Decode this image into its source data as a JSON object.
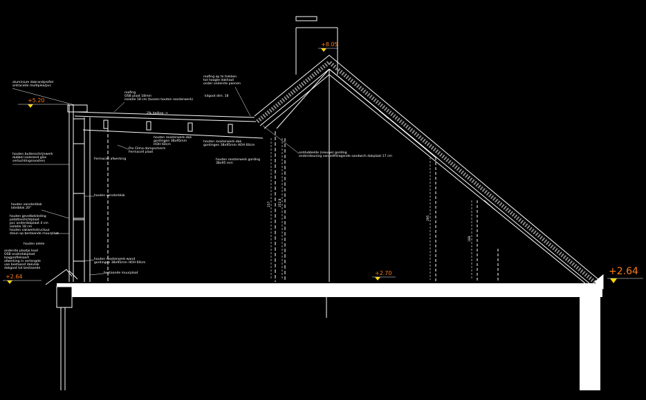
{
  "levels": {
    "ridge": "+8.05",
    "eave_left": "+5.20",
    "floor": "+2.70",
    "ground_right": "+2.64",
    "ground_left": "+2.64"
  },
  "notes": {
    "aluminium_profile": [
      "aluminium dakrandprofiel",
      "antraciete multiplex/pvc"
    ],
    "roofing_flat": [
      "roofing",
      "OSB plaat 18mm",
      "isolatie 18 cm (tussen houten roosterwerk)"
    ],
    "roofing_ridge": [
      "roofing op te trekken",
      "tot hoogte dakhout",
      "onder onderste pannen"
    ],
    "gutter_dim": "kilgoot dim. 18",
    "slope": "2% helling ->",
    "roof_grid_1": [
      "houten roosterwerk-dak",
      "gordingen 38x95mm",
      "HOH 60cm"
    ],
    "roof_grid_2": [
      "houten roosterwerk-dak",
      "gordingen 38x95mm HOH 60cm"
    ],
    "vapour": [
      "Pro Clima dampscherm",
      "Fermacell plaat"
    ],
    "fermacell_ceiling": "Fermacell afwerking",
    "purlin_small": [
      "houten roosterwerk gording",
      "38x95 mm"
    ],
    "ridge_purlin": [
      "ontdubbelde (nieuwe) gording",
      "ondersteuning van zelfdragende sandwich dakplaat 17 cm"
    ],
    "outer_wall": [
      "houten buitenschrijnwerk",
      "dubbel isolerend glas",
      "verluchtingsroosters"
    ],
    "window_sill": "houten vensterblok",
    "lintel": [
      "houten vensterblok",
      "lateiblok 20°"
    ],
    "wall_build": [
      "houten gevelbekleding",
      "patatten/lichtplaat",
      "pvc onderdakplaat 4 cm",
      "isolatie 18 cm",
      "houten vakwerkstructuur",
      "steun op bestaande muurplaat"
    ],
    "bottom_label": "houten adele",
    "base_build": [
      "onderste plaatje lood",
      "OSB onderdakplaat",
      "laagprofielsoort",
      "afwerking in verlengde",
      "van bestaand dakvlak",
      "dakgoot tot bestaande"
    ],
    "wall_grid": [
      "houten roosterwerk-wand",
      "gordingen 38x95mm HOH 60cm"
    ],
    "existing_plate": "bestaande muurplaat"
  },
  "dims": {
    "d1": "237",
    "d2": "252.8",
    "d3": "295",
    "d4": "188"
  }
}
